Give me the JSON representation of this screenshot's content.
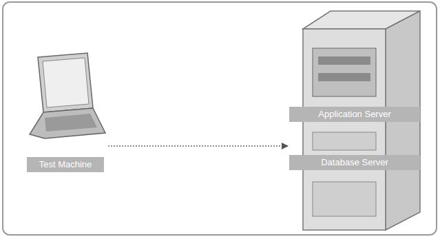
{
  "diagram": {
    "nodes": [
      {
        "text": [
          "Test Machine"
        ]
      },
      {
        "text": [
          "Application Server",
          "Database Server"
        ]
      }
    ],
    "edges": [
      {
        "from": 0,
        "to": 1,
        "arrow": "to"
      }
    ]
  }
}
